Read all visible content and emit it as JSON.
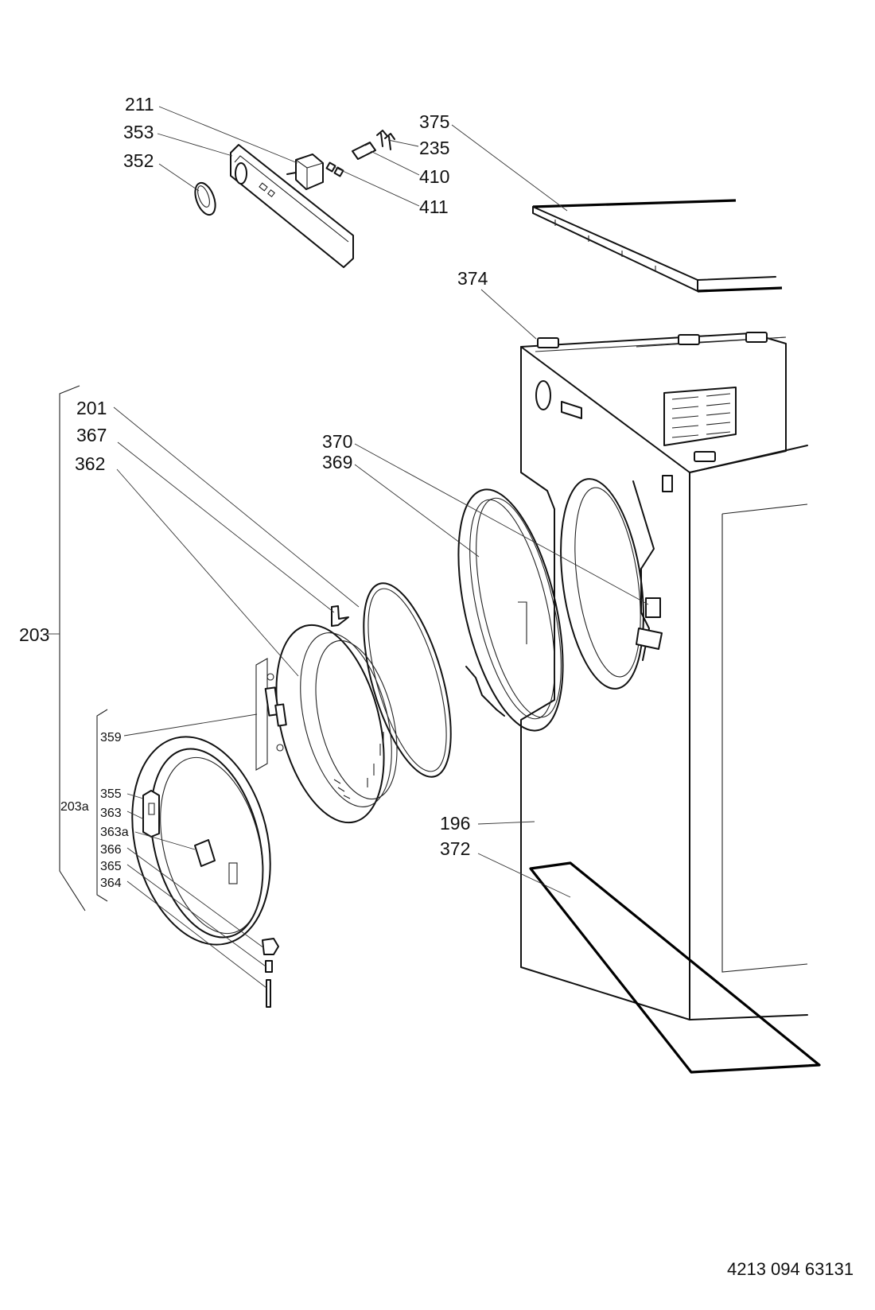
{
  "diagram": {
    "part_numbers": {
      "p211": "211",
      "p353": "353",
      "p352": "352",
      "p375": "375",
      "p235": "235",
      "p410": "410",
      "p411": "411",
      "p374": "374",
      "p201": "201",
      "p367": "367",
      "p362": "362",
      "p370": "370",
      "p369": "369",
      "p203": "203",
      "p359": "359",
      "p203a": "203a",
      "p355": "355",
      "p363": "363",
      "p363a": "363a",
      "p366": "366",
      "p365": "365",
      "p364": "364",
      "p196": "196",
      "p372": "372"
    },
    "document_number": "4213 094 63131"
  }
}
